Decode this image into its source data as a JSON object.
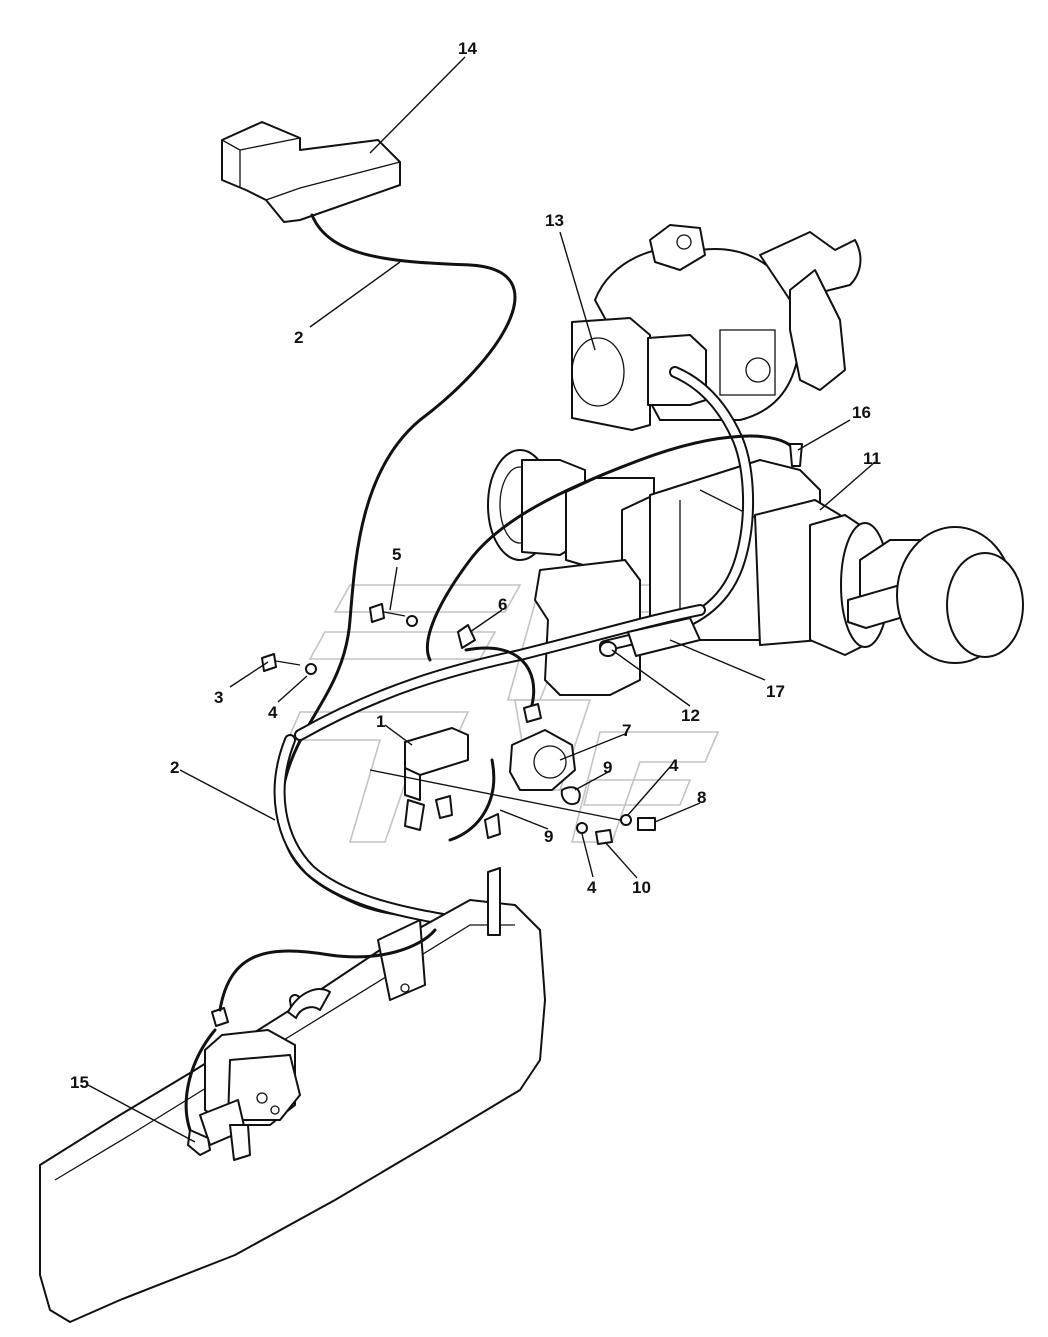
{
  "diagram": {
    "callouts": [
      {
        "id": "c14",
        "text": "14"
      },
      {
        "id": "c13",
        "text": "13"
      },
      {
        "id": "c2a",
        "text": "2"
      },
      {
        "id": "c16",
        "text": "16"
      },
      {
        "id": "c11",
        "text": "11"
      },
      {
        "id": "c5",
        "text": "5"
      },
      {
        "id": "c6",
        "text": "6"
      },
      {
        "id": "c3",
        "text": "3"
      },
      {
        "id": "c4a",
        "text": "4"
      },
      {
        "id": "c12",
        "text": "12"
      },
      {
        "id": "c17",
        "text": "17"
      },
      {
        "id": "c1",
        "text": "1"
      },
      {
        "id": "c7",
        "text": "7"
      },
      {
        "id": "c2b",
        "text": "2"
      },
      {
        "id": "c9a",
        "text": "9"
      },
      {
        "id": "c4b",
        "text": "4"
      },
      {
        "id": "c8",
        "text": "8"
      },
      {
        "id": "c9b",
        "text": "9"
      },
      {
        "id": "c4c",
        "text": "4"
      },
      {
        "id": "c10",
        "text": "10"
      },
      {
        "id": "c15",
        "text": "15"
      }
    ]
  }
}
